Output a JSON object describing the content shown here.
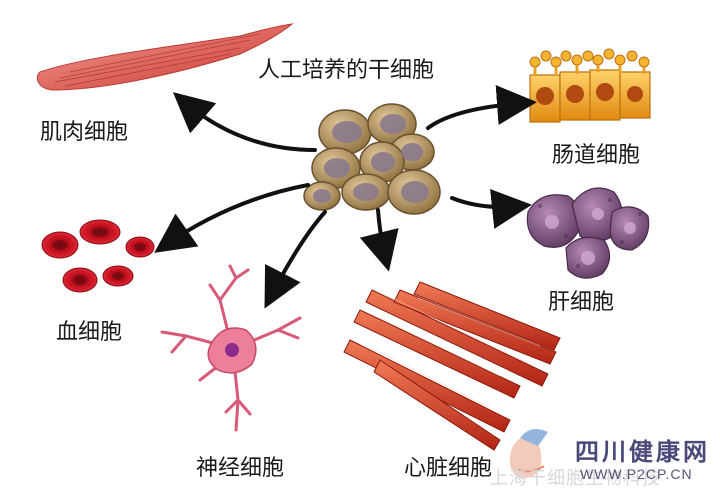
{
  "title": "人工培养的干细胞",
  "cell_types": {
    "muscle": "肌肉细胞",
    "intestinal": "肠道细胞",
    "blood": "血细胞",
    "liver": "肝细胞",
    "nerve": "神经细胞",
    "cardiac": "心脏细胞"
  },
  "watermark": {
    "site_name": "四川健康网",
    "site_url": "WWW.P2CP.CN",
    "overlay_text": "上海干细胞生物科技"
  },
  "colors": {
    "stem_cell": "#a88a55",
    "stem_nucleus": "#8a7a8c",
    "muscle": "#d9534a",
    "intestinal": "#f0a020",
    "blood": "#c8101e",
    "liver": "#8a5c8a",
    "nerve": "#e06a86",
    "cardiac": "#d93a22",
    "arrow": "#111111"
  }
}
